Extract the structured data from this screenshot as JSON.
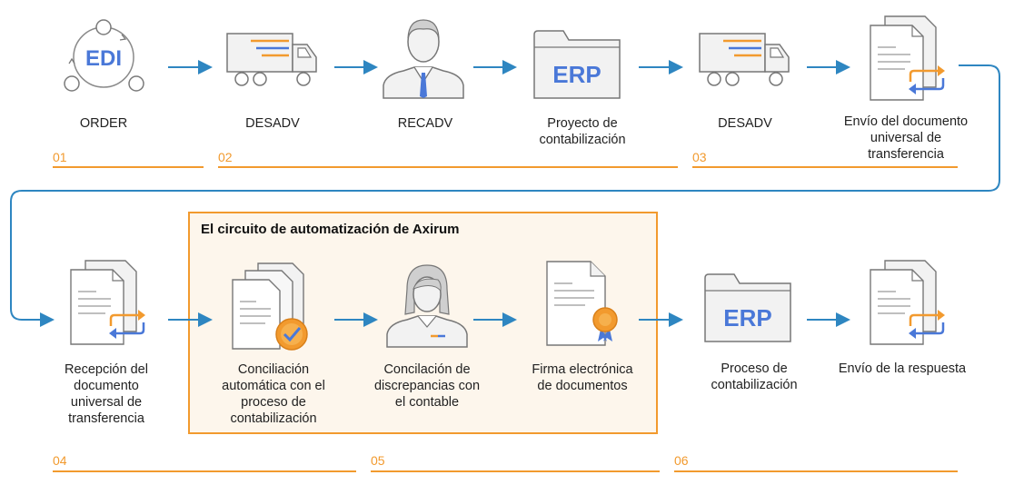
{
  "automation_box": {
    "title": "El circuito de automatización de Axirum"
  },
  "steps": [
    {
      "number": "01"
    },
    {
      "number": "02"
    },
    {
      "number": "03"
    },
    {
      "number": "04"
    },
    {
      "number": "05"
    },
    {
      "number": "06"
    }
  ],
  "row1": [
    {
      "label": "ORDER",
      "icon_text": "EDI"
    },
    {
      "label": "DESADV"
    },
    {
      "label": "RECADV"
    },
    {
      "label": "Proyecto de\ncontabilización",
      "icon_text": "ERP"
    },
    {
      "label": "DESADV"
    },
    {
      "label": "Envío del documento\nuniversal de\ntransferencia"
    }
  ],
  "row2": [
    {
      "label": "Recepción del\ndocumento\nuniversal de\ntransferencia"
    },
    {
      "label": "Conciliación\nautomática con el\nproceso de\ncontabilización"
    },
    {
      "label": "Concilación de\ndiscrepancias con\nel contable"
    },
    {
      "label": "Firma electrónica\nde documentos"
    },
    {
      "label": "Proceso de\ncontabilización",
      "icon_text": "ERP"
    },
    {
      "label": "Envío de la respuesta"
    }
  ],
  "colors": {
    "accent": "#f29a2e",
    "flow": "#2e86c1",
    "brand": "#4a78d8",
    "icon_stroke": "#6b6b6b"
  }
}
